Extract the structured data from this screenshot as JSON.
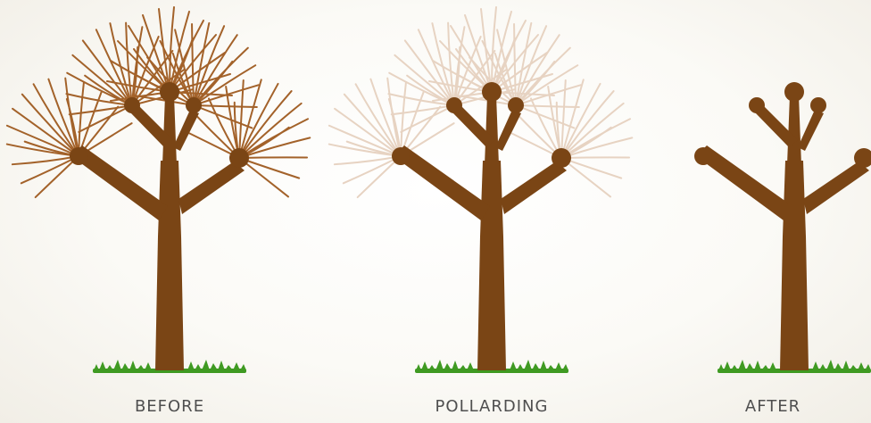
{
  "labels": {
    "before": "BEFORE",
    "pollarding": "POLLARDING",
    "after": "AFTER"
  },
  "colors": {
    "trunk": "#7a4515",
    "shoots_before": "#a3622a",
    "shoots_pollarding": "#e7d3c2",
    "grass": "#3f9a22",
    "label": "#4f4f4f"
  }
}
